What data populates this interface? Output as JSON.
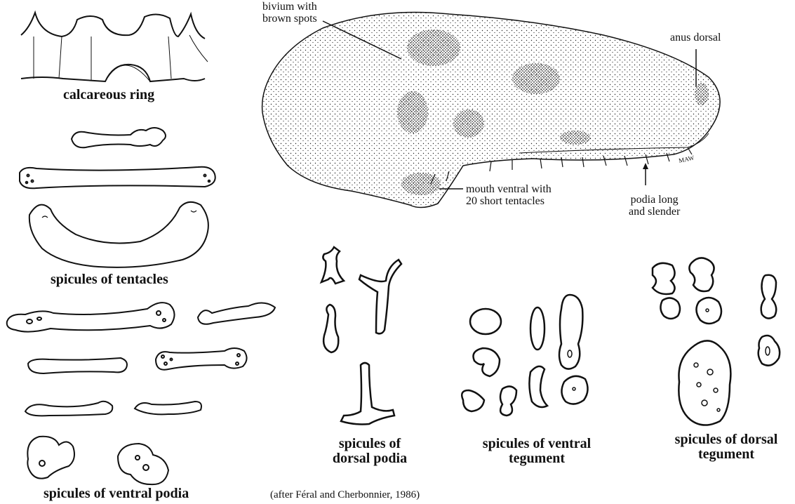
{
  "annotations": {
    "bivium": [
      "bivium with",
      "brown spots"
    ],
    "anus": "anus dorsal",
    "mouth": [
      "mouth ventral with",
      "20 short tentacles"
    ],
    "podia": [
      "podia long",
      "and slender"
    ]
  },
  "captions": {
    "calcareous_ring": "calcareous ring",
    "tentacles": "spicules of tentacles",
    "ventral_podia": "spicules of ventral podia",
    "dorsal_podia": [
      "spicules of",
      "dorsal podia"
    ],
    "ventral_tegument": [
      "spicules of ventral",
      "tegument"
    ],
    "dorsal_tegument": [
      "spicules of dorsal",
      "tegument"
    ]
  },
  "credit": "(after Féral and Cherbonnier, 1986)",
  "signature": "MAW",
  "colors": {
    "ink": "#111111",
    "paper": "#ffffff"
  }
}
